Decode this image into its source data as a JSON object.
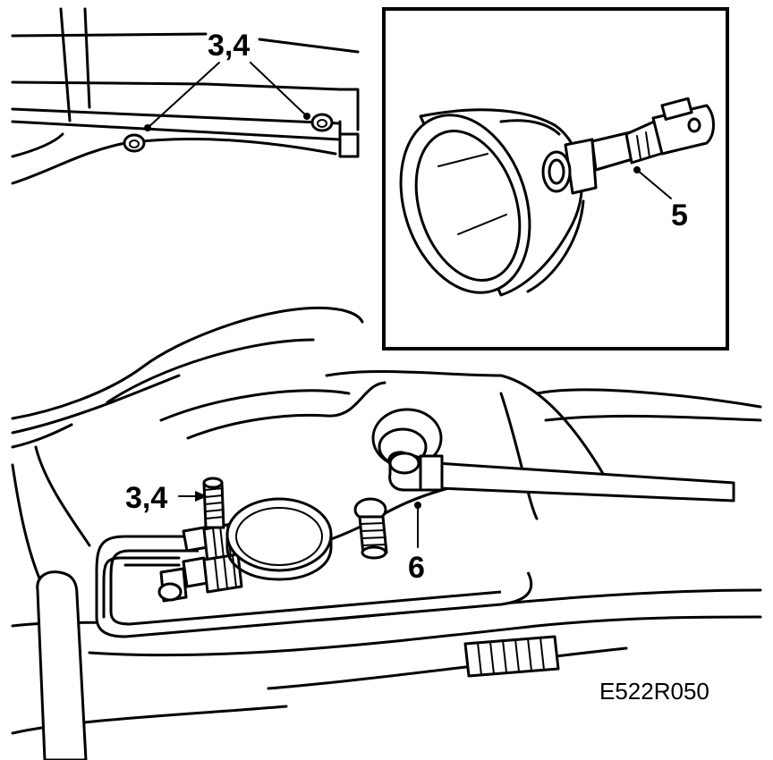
{
  "figure": {
    "drawing_code": "E522R050",
    "callouts": {
      "top_pair": "3,4",
      "bolt": "3,4",
      "inset_part": "5",
      "joint": "6"
    }
  },
  "colors": {
    "ink": "#000000",
    "paper": "#ffffff"
  },
  "icons": {
    "inset": "bushing-removal-tool",
    "main": "exploded-assembly-view"
  }
}
